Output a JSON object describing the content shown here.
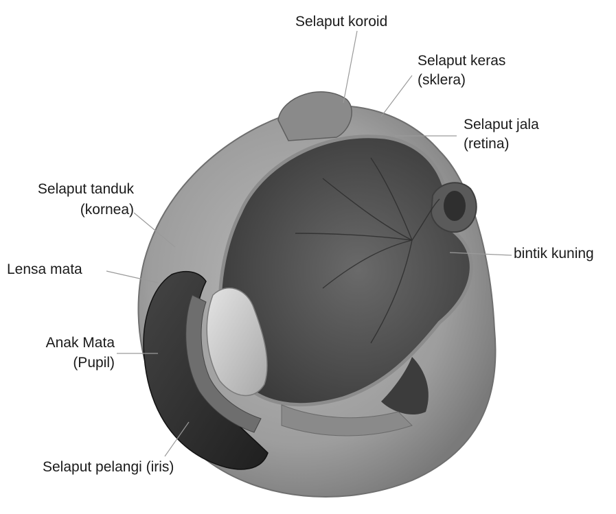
{
  "labels": {
    "choroid": "Selaput koroid",
    "sclera_line1": "Selaput keras",
    "sclera_line2": "(sklera)",
    "retina_line1": "Selaput jala",
    "retina_line2": "(retina)",
    "cornea_line1": "Selaput tanduk",
    "cornea_line2": "(kornea)",
    "lens": "Lensa mata",
    "yellow_spot": "bintik kuning",
    "pupil_line1": "Anak Mata",
    "pupil_line2": "(Pupil)",
    "iris": "Selaput pelangi (iris)"
  }
}
